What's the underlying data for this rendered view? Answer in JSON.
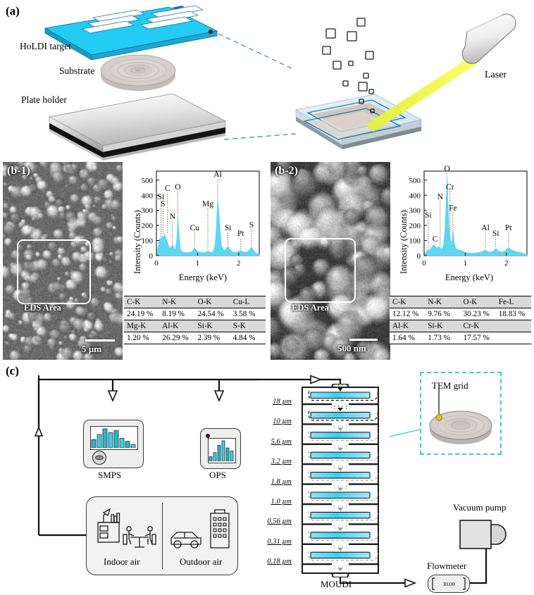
{
  "figure": {
    "panels": {
      "a": "(a)",
      "b1": "(b-1)",
      "b2": "(b-2)",
      "c": "(c)"
    }
  },
  "panel_a": {
    "labels": {
      "holdi_target": "HoLDI target",
      "substrate": "Substrate",
      "plate_holder": "Plate holder",
      "laser": "Laser"
    },
    "colors": {
      "target_top": "#22CCF4",
      "target_edge": "#1A7FC4",
      "laser_beam": "#E9F54B"
    }
  },
  "panel_b1": {
    "sem": {
      "eds_area_label": "EDS Area",
      "scale_bar": "5 µm"
    },
    "chart_data": {
      "type": "area",
      "title": "",
      "xlabel": "Energy (keV)",
      "ylabel": "Intensity (Counts)",
      "xlim": [
        0,
        2.5
      ],
      "ylim": [
        0,
        560
      ],
      "xticks": [
        "0",
        "1",
        "2"
      ],
      "xtick_values": [
        0,
        1,
        2
      ],
      "yticks": [
        "0",
        "100",
        "200",
        "300",
        "400",
        "500"
      ],
      "ytick_values": [
        0,
        100,
        200,
        300,
        400,
        500
      ],
      "grid": false,
      "fill_color": "#5FD6F2",
      "peak_labels": [
        "Si",
        "S",
        "C",
        "N",
        "O",
        "Cu",
        "Mg",
        "Al",
        "Si",
        "Pt",
        "S"
      ],
      "peak_energies": [
        0.11,
        0.16,
        0.27,
        0.39,
        0.52,
        0.93,
        1.25,
        1.49,
        1.74,
        2.05,
        2.31
      ],
      "peak_heights": [
        118,
        130,
        140,
        75,
        272,
        55,
        30,
        385,
        62,
        35,
        58
      ],
      "x": [
        0.0,
        0.04,
        0.08,
        0.11,
        0.14,
        0.17,
        0.2,
        0.24,
        0.27,
        0.3,
        0.33,
        0.36,
        0.39,
        0.42,
        0.46,
        0.5,
        0.52,
        0.55,
        0.58,
        0.62,
        0.68,
        0.74,
        0.8,
        0.86,
        0.9,
        0.93,
        0.97,
        1.02,
        1.08,
        1.14,
        1.2,
        1.25,
        1.3,
        1.36,
        1.42,
        1.46,
        1.49,
        1.53,
        1.58,
        1.64,
        1.7,
        1.74,
        1.78,
        1.84,
        1.92,
        2.0,
        2.05,
        2.1,
        2.16,
        2.22,
        2.28,
        2.31,
        2.35,
        2.4,
        2.45,
        2.5
      ],
      "y": [
        10,
        60,
        118,
        110,
        130,
        122,
        140,
        112,
        88,
        62,
        48,
        58,
        75,
        55,
        38,
        120,
        272,
        150,
        48,
        28,
        22,
        20,
        22,
        26,
        38,
        55,
        40,
        26,
        22,
        20,
        24,
        30,
        24,
        20,
        60,
        200,
        385,
        240,
        70,
        34,
        48,
        62,
        44,
        26,
        22,
        28,
        35,
        26,
        22,
        26,
        44,
        58,
        40,
        22,
        14,
        8
      ]
    },
    "table": {
      "rows": [
        {
          "cells": [
            "C-K",
            "N-K",
            "O-K",
            "Cu-L"
          ],
          "type": "hdr"
        },
        {
          "cells": [
            "24.19 %",
            "8.19 %",
            "24.54 %",
            "3.58 %"
          ],
          "type": "val"
        },
        {
          "cells": [
            "Mg-K",
            "Al-K",
            "Si-K",
            "S-K"
          ],
          "type": "hdr"
        },
        {
          "cells": [
            "1.20 %",
            "26.29 %",
            "2.39 %",
            "4.84 %"
          ],
          "type": "val"
        }
      ]
    }
  },
  "panel_b2": {
    "sem": {
      "eds_area_label": "EDS Area",
      "scale_bar": "500 nm"
    },
    "chart_data": {
      "type": "area",
      "title": "",
      "xlabel": "Energy (keV)",
      "ylabel": "Intensity (Counts)",
      "xlim": [
        0,
        2.5
      ],
      "ylim": [
        0,
        560
      ],
      "xticks": [
        "0",
        "1",
        "2"
      ],
      "xtick_values": [
        0,
        1,
        2
      ],
      "yticks": [
        "0",
        "100",
        "200",
        "300",
        "400",
        "500"
      ],
      "ytick_values": [
        0,
        100,
        200,
        300,
        400,
        500
      ],
      "grid": false,
      "fill_color": "#5FD6F2",
      "peak_labels": [
        "Si",
        "C",
        "N",
        "O",
        "Cr",
        "Fe",
        "Al",
        "Si",
        "Pt"
      ],
      "peak_energies": [
        0.1,
        0.27,
        0.39,
        0.56,
        0.63,
        0.7,
        1.49,
        1.74,
        2.05
      ],
      "peak_heights": [
        38,
        70,
        62,
        530,
        100,
        178,
        40,
        48,
        55
      ],
      "x": [
        0.0,
        0.04,
        0.08,
        0.1,
        0.14,
        0.18,
        0.22,
        0.27,
        0.31,
        0.35,
        0.39,
        0.43,
        0.47,
        0.5,
        0.53,
        0.56,
        0.59,
        0.62,
        0.65,
        0.68,
        0.7,
        0.73,
        0.77,
        0.82,
        0.88,
        0.94,
        1.0,
        1.08,
        1.16,
        1.24,
        1.32,
        1.4,
        1.46,
        1.49,
        1.53,
        1.6,
        1.68,
        1.74,
        1.8,
        1.88,
        1.96,
        2.02,
        2.05,
        2.1,
        2.16,
        2.24,
        2.32,
        2.4,
        2.45,
        2.5
      ],
      "y": [
        8,
        22,
        38,
        34,
        40,
        52,
        70,
        66,
        48,
        62,
        56,
        40,
        70,
        150,
        330,
        530,
        300,
        120,
        100,
        90,
        178,
        95,
        48,
        40,
        36,
        30,
        22,
        18,
        16,
        18,
        20,
        26,
        34,
        40,
        30,
        22,
        30,
        48,
        32,
        24,
        30,
        46,
        55,
        44,
        34,
        26,
        22,
        16,
        12,
        8
      ]
    },
    "table": {
      "rows": [
        {
          "cells": [
            "C-K",
            "N-K",
            "O-K",
            "Fe-L"
          ],
          "type": "hdr"
        },
        {
          "cells": [
            "12.12 %",
            "9.76 %",
            "30.23 %",
            "18.83 %"
          ],
          "type": "val"
        },
        {
          "cells": [
            "Al-K",
            "Si-K",
            "Cr-K",
            ""
          ],
          "type": "hdr"
        },
        {
          "cells": [
            "1.64 %",
            "1.73 %",
            "17.57 %",
            ""
          ],
          "type": "val"
        }
      ]
    }
  },
  "panel_c": {
    "instruments": {
      "smps": "SMPS",
      "ops": "OPS",
      "moudi": "MOUDI",
      "vacuum_pump": "Vacuum pump",
      "flowmeter": "Flowmeter",
      "flowmeter_value": "30.00",
      "tem_grid": "TEM grid"
    },
    "environment": {
      "indoor": "Indoor air",
      "outdoor": "Outdoor air"
    },
    "moudi_stages": [
      "18 µm",
      "10 µm",
      "5.6 µm",
      "3.2 µm",
      "1.8 µm",
      "1.0 µm",
      "0.56 µm",
      "0.31 µm",
      "0.18 µm"
    ],
    "smps_bars": [
      38,
      62,
      88,
      70,
      80,
      44,
      30,
      16
    ],
    "ops_bars": [
      18,
      34,
      62,
      80,
      52,
      40
    ],
    "colors": {
      "accent_cyan": "#39C7EF",
      "plate_fill": "#5FD6F2",
      "line": "#1a1a1a"
    }
  }
}
